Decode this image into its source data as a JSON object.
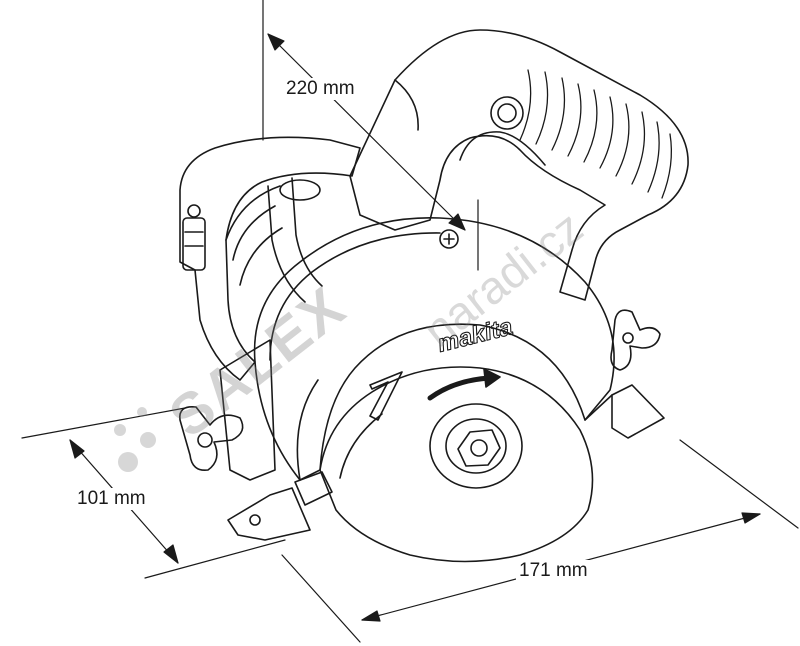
{
  "dimensions": {
    "height": "220 mm",
    "width": "101 mm",
    "length": "171 mm"
  },
  "branding": {
    "logo": "makita",
    "blade_marking": "7"
  },
  "watermark": {
    "brand": "SALEX",
    "domain": "naradi.cz"
  },
  "colors": {
    "line": "#1a1a1a",
    "watermark": "#8c8c8c"
  }
}
